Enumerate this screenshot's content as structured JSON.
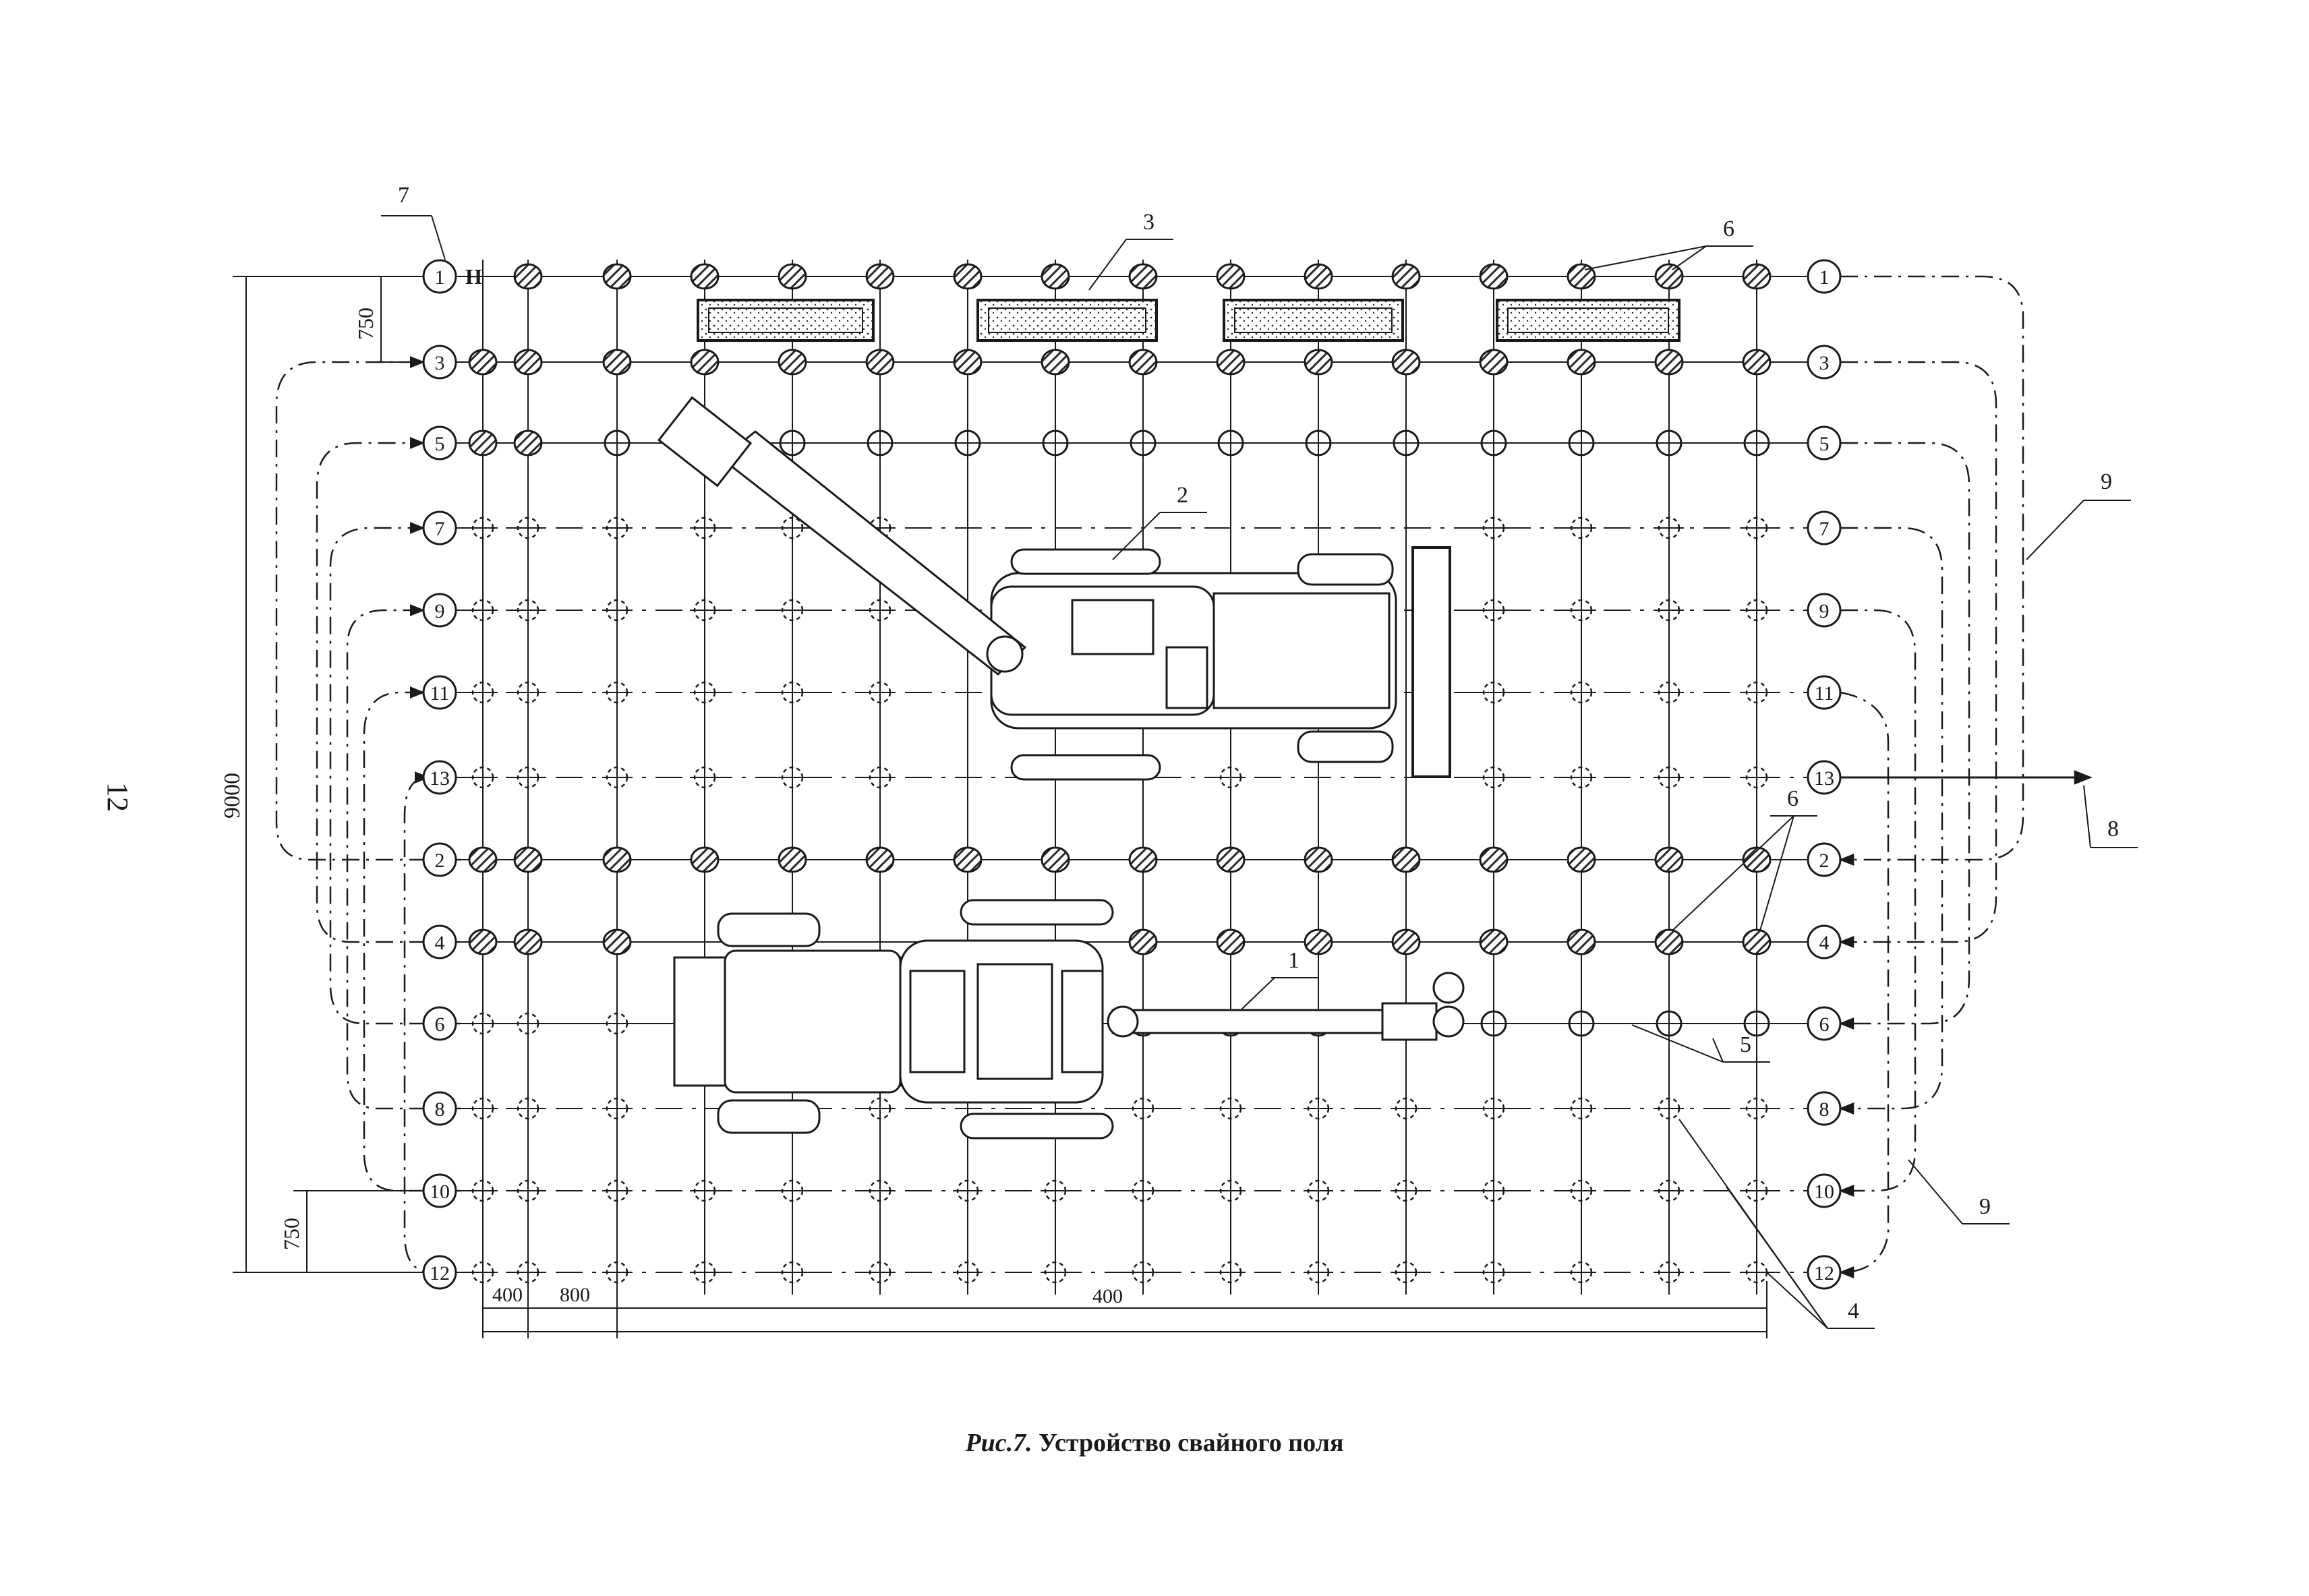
{
  "page_number": "12",
  "caption": {
    "label": "Рис.7.",
    "title": "Устройство свайного поля"
  },
  "rows": [
    {
      "id": "1",
      "status": "done"
    },
    {
      "id": "3",
      "status": "done"
    },
    {
      "id": "5",
      "status": "done-then-placed"
    },
    {
      "id": "7",
      "status": "planned"
    },
    {
      "id": "9",
      "status": "planned"
    },
    {
      "id": "11",
      "status": "planned"
    },
    {
      "id": "13",
      "status": "planned"
    },
    {
      "id": "2",
      "status": "done"
    },
    {
      "id": "4",
      "status": "done"
    },
    {
      "id": "6",
      "status": "placed"
    },
    {
      "id": "8",
      "status": "planned"
    },
    {
      "id": "10",
      "status": "planned"
    },
    {
      "id": "12",
      "status": "planned"
    }
  ],
  "row_start_marker": "Н",
  "dimensions": {
    "overall_height": "9000",
    "row_spacing": "750",
    "row_spacing_bottom": "750",
    "first_offset": "400",
    "column_spacing": "800",
    "total_length": "400"
  },
  "callouts": [
    "1",
    "2",
    "3",
    "4",
    "5",
    "6",
    "7",
    "8",
    "9"
  ],
  "colors": {
    "ink": "#1a1a1a",
    "hatch": "#2a2a2a"
  },
  "legend_meaning": {
    "hatched": "driven pile",
    "open": "pile laid out",
    "dashed": "pile location"
  }
}
